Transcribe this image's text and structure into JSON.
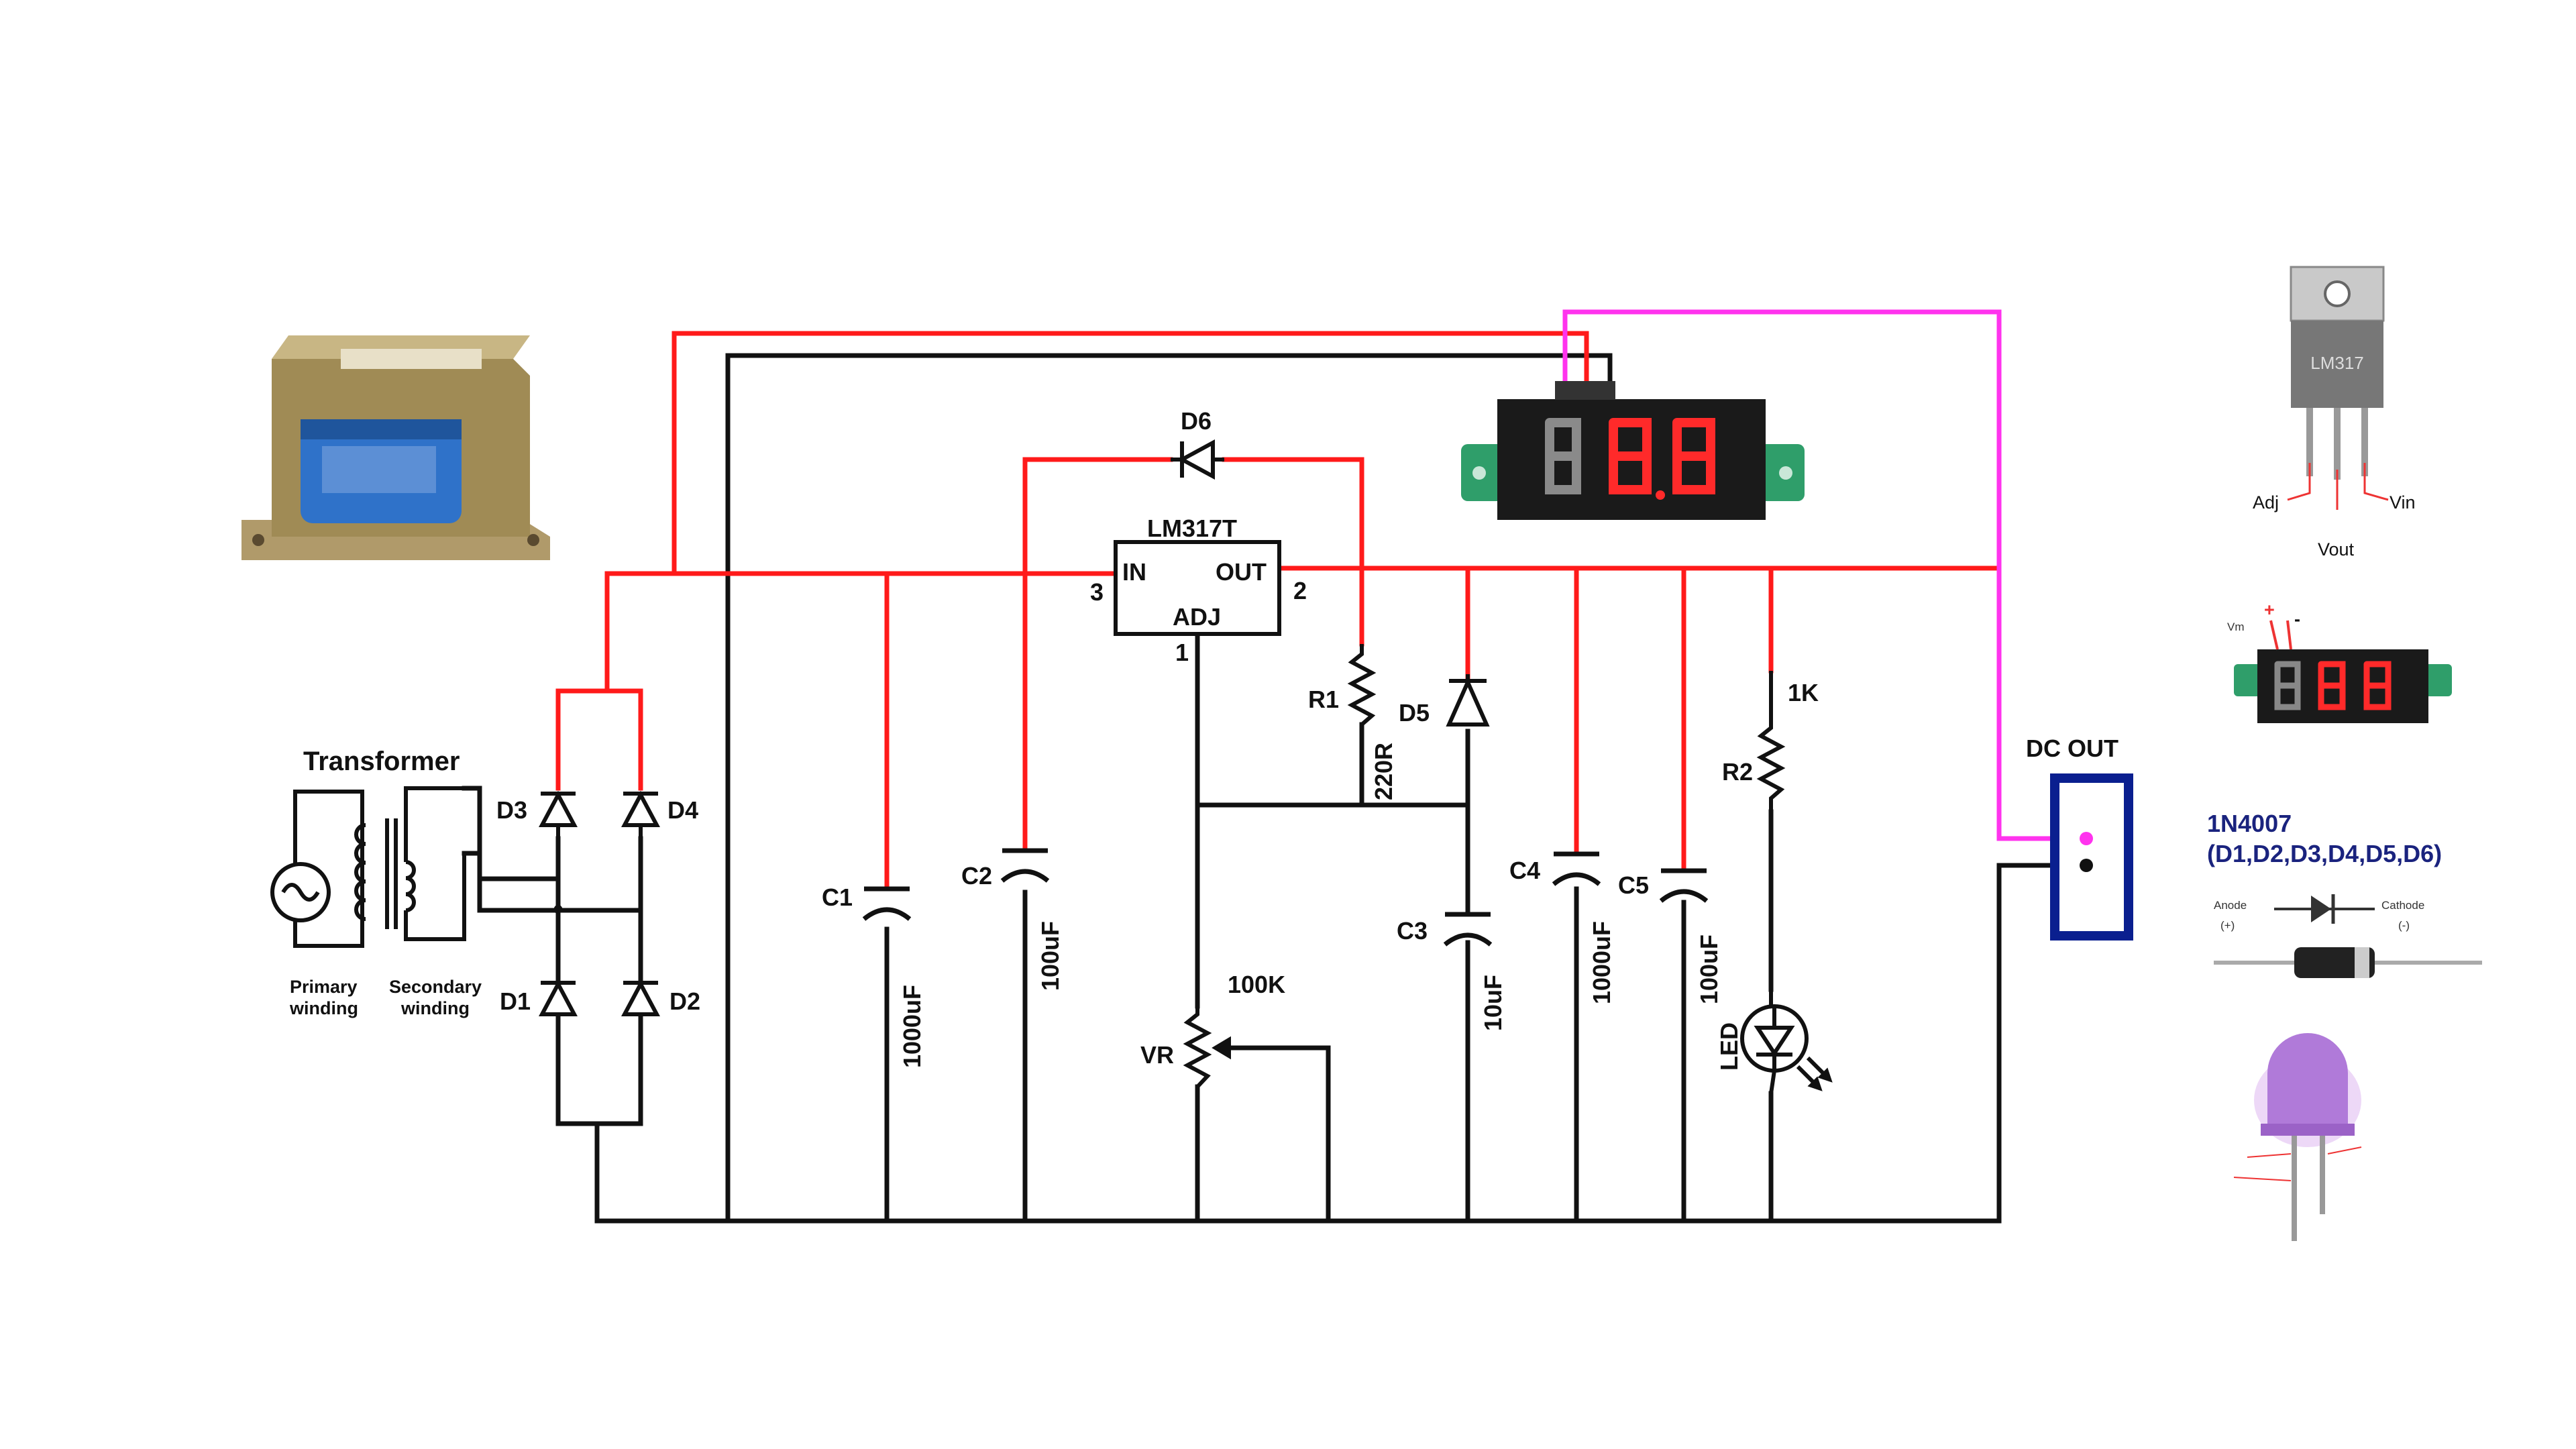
{
  "colors": {
    "wire_black": "#111111",
    "wire_red": "#ff1a1a",
    "wire_magenta": "#ff33ee",
    "connector_blue": "#0a1f8f",
    "display_digit": "#ff2a2a",
    "display_body": "#1a1a1a",
    "display_tab": "#2f9e6a",
    "regulator_body": "#777777",
    "transformer_coil": "#2f72c9",
    "led_purple": "#b07ad9"
  },
  "labels": {
    "transformer": "Transformer",
    "primary_line1": "Primary",
    "primary_line2": "winding",
    "secondary_line1": "Secondary",
    "secondary_line2": "winding",
    "d1": "D1",
    "d2": "D2",
    "d3": "D3",
    "d4": "D4",
    "d5": "D5",
    "d6": "D6",
    "c1": "C1",
    "c1_value": "1000uF",
    "c2": "C2",
    "c2_value": "100uF",
    "c3": "C3",
    "c3_value": "10uF",
    "c4": "C4",
    "c4_value": "1000uF",
    "c5": "C5",
    "c5_value": "100uF",
    "r1": "R1",
    "r1_value": "220R",
    "r2": "R2",
    "r2_value": "1K",
    "vr": "VR",
    "vr_value": "100K",
    "led": "LED",
    "regulator_name": "LM317T",
    "pin_in": "IN",
    "pin_out": "OUT",
    "pin_adj": "ADJ",
    "pin3": "3",
    "pin2": "2",
    "pin1": "1",
    "dc_out": "DC OUT",
    "diode_part_line1": "1N4007",
    "diode_part_line2": "(D1,D2,D3,D4,D5,D6)",
    "ref_adj": "Adj",
    "ref_vin": "Vin",
    "ref_vout": "Vout",
    "ref_regulator_marking": "LM317",
    "ref_anode": "Anode",
    "ref_anode_sign": "(+)",
    "ref_cathode": "Cathode",
    "ref_cathode_sign": "(-)",
    "ref_vm": "Vm",
    "ref_plus": "+",
    "ref_minus": "-"
  }
}
